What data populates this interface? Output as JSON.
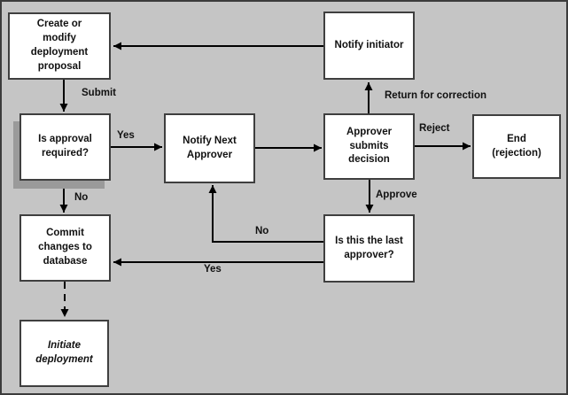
{
  "diagram": {
    "type": "flowchart",
    "colors": {
      "background": "#c5c5c5",
      "box_fill": "#ffffff",
      "box_border": "#3f3f3f",
      "line": "#000000",
      "decision_shadow": "#9a9a9a",
      "text": "#111111"
    },
    "nodes": [
      {
        "id": "create-proposal",
        "label": "Create or\nmodify\ndeployment\nproposal"
      },
      {
        "id": "notify-initiator",
        "label": "Notify initiator"
      },
      {
        "id": "approval-required",
        "label": "Is approval\nrequired?"
      },
      {
        "id": "notify-next-approver",
        "label": "Notify Next\nApprover"
      },
      {
        "id": "approver-submits-decision",
        "label": "Approver\nsubmits\ndecision"
      },
      {
        "id": "end-rejection",
        "label": "End\n(rejection)"
      },
      {
        "id": "commit-changes-database",
        "label": "Commit\nchanges to\ndatabase"
      },
      {
        "id": "last-approver",
        "label": "Is this the last\napprover?"
      },
      {
        "id": "initiate-deployment",
        "label": "Initiate\ndeployment"
      }
    ],
    "edges": [
      {
        "from": "create-proposal",
        "to": "approval-required",
        "label": "Submit"
      },
      {
        "from": "approval-required",
        "to": "notify-next-approver",
        "label": "Yes"
      },
      {
        "from": "approval-required",
        "to": "commit-changes-database",
        "label": "No"
      },
      {
        "from": "notify-next-approver",
        "to": "approver-submits-decision",
        "label": ""
      },
      {
        "from": "approver-submits-decision",
        "to": "notify-initiator",
        "label": "Return for correction"
      },
      {
        "from": "notify-initiator",
        "to": "create-proposal",
        "label": ""
      },
      {
        "from": "approver-submits-decision",
        "to": "end-rejection",
        "label": "Reject"
      },
      {
        "from": "approver-submits-decision",
        "to": "last-approver",
        "label": "Approve"
      },
      {
        "from": "last-approver",
        "to": "notify-next-approver",
        "label": "No"
      },
      {
        "from": "last-approver",
        "to": "commit-changes-database",
        "label": "Yes"
      },
      {
        "from": "commit-changes-database",
        "to": "initiate-deployment",
        "label": "",
        "style": "dashed"
      }
    ]
  }
}
